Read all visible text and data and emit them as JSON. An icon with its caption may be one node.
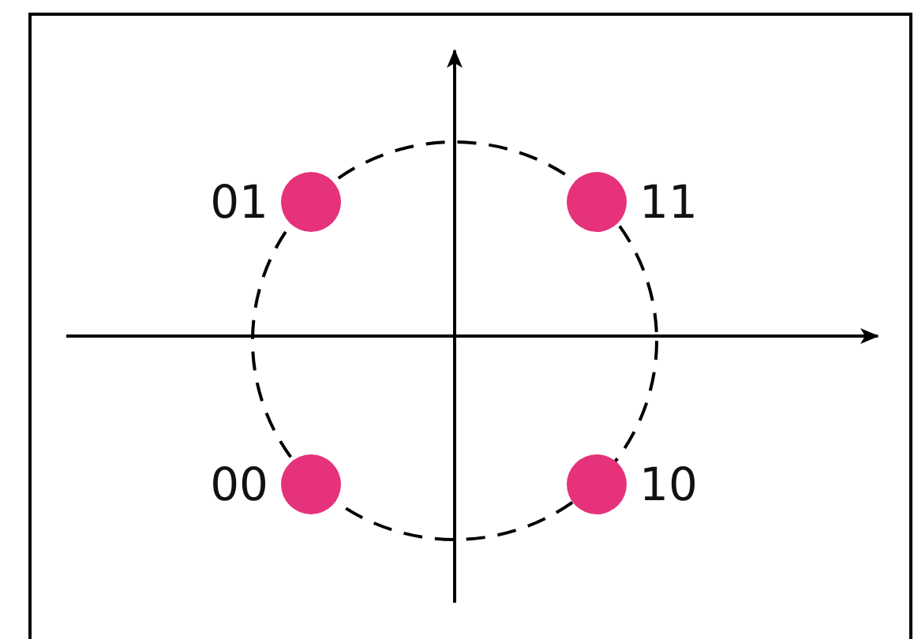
{
  "diagram": {
    "nodes": [
      {
        "text": [],
        "shape": "circle",
        "beside": [
          "01"
        ]
      },
      {
        "text": [],
        "shape": "circle",
        "beside": [
          "11"
        ]
      },
      {
        "text": [],
        "shape": "circle",
        "beside": [
          "00"
        ]
      },
      {
        "text": [],
        "shape": "circle",
        "beside": [
          "10"
        ]
      }
    ],
    "edges": []
  }
}
